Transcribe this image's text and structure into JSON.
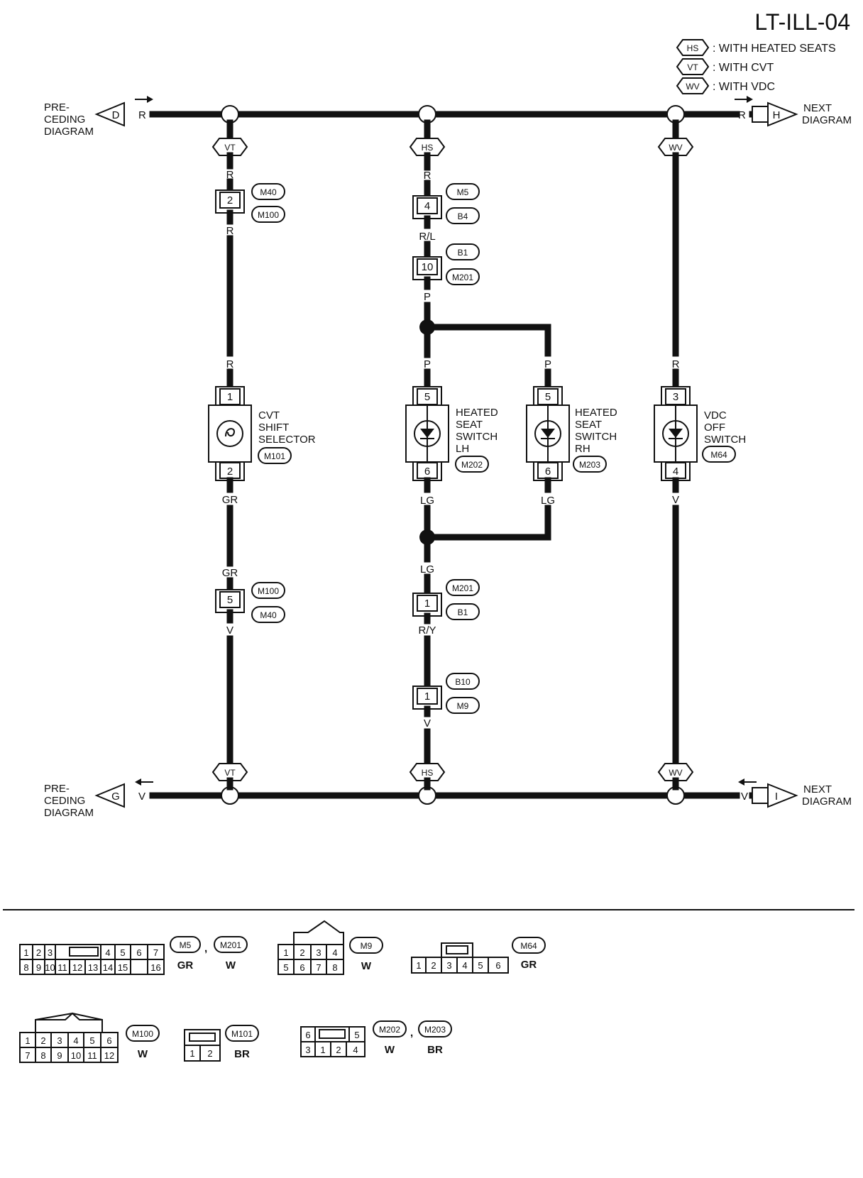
{
  "title": "LT-ILL-04",
  "legend": [
    {
      "code": "HS",
      "text": ": WITH HEATED SEATS"
    },
    {
      "code": "VT",
      "text": ": WITH CVT"
    },
    {
      "code": "WV",
      "text": ": WITH VDC"
    }
  ],
  "offpage": {
    "top_left": {
      "letter": "D",
      "lines": [
        "PRE-",
        "CEDING",
        "DIAGRAM"
      ],
      "wire": "R"
    },
    "top_right": {
      "letter": "H",
      "lines": [
        "NEXT",
        "DIAGRAM"
      ],
      "wire": "R"
    },
    "bottom_left": {
      "letter": "G",
      "lines": [
        "PRE-",
        "CEDING",
        "DIAGRAM"
      ],
      "wire": "V"
    },
    "bottom_right": {
      "letter": "I",
      "lines": [
        "NEXT",
        "DIAGRAM"
      ],
      "wire": "V"
    }
  },
  "branches": {
    "vt": {
      "code_top": "VT",
      "code_bottom": "VT",
      "c1_pin": "2",
      "c1_tag_a": "M40",
      "c1_tag_b": "M100",
      "w1": "R",
      "w2": "R",
      "w3": "R",
      "comp_pin_top": "1",
      "comp_pin_bottom": "2",
      "comp_lines": [
        "CVT",
        "SHIFT",
        "SELECTOR"
      ],
      "comp_tag": "M101",
      "w4": "GR",
      "w5": "GR",
      "c2_pin": "5",
      "c2_tag_a": "M100",
      "c2_tag_b": "M40",
      "w6": "V"
    },
    "hs": {
      "code_top": "HS",
      "code_bottom": "HS",
      "c1_pin": "4",
      "c1_tag_a": "M5",
      "c1_tag_b": "B4",
      "w1": "R",
      "w2": "R/L",
      "c2_pin": "10",
      "c2_tag_a": "B1",
      "c2_tag_b": "M201",
      "w3": "P",
      "w4": "P",
      "w4b": "P",
      "lh_pin_top": "5",
      "lh_pin_bottom": "6",
      "lh_lines": [
        "HEATED",
        "SEAT",
        "SWITCH",
        "LH"
      ],
      "lh_tag": "M202",
      "rh_pin_top": "5",
      "rh_pin_bottom": "6",
      "rh_lines": [
        "HEATED",
        "SEAT",
        "SWITCH",
        "RH"
      ],
      "rh_tag": "M203",
      "w5": "LG",
      "w5b": "LG",
      "w6": "LG",
      "c3_pin": "1",
      "c3_tag_a": "M201",
      "c3_tag_b": "B1",
      "w7": "R/Y",
      "c4_pin": "1",
      "c4_tag_a": "B10",
      "c4_tag_b": "M9",
      "w8": "V"
    },
    "wv": {
      "code_top": "WV",
      "code_bottom": "WV",
      "w1": "R",
      "comp_pin_top": "3",
      "comp_pin_bottom": "4",
      "comp_lines": [
        "VDC",
        "OFF",
        "SWITCH"
      ],
      "comp_tag": "M64",
      "w2": "V"
    }
  },
  "connectors": [
    {
      "tags": [
        "M5",
        "M201"
      ],
      "sep": ",",
      "colors": [
        "GR",
        "W"
      ],
      "rows": [
        [
          "1",
          "2",
          "3",
          "",
          "4",
          "5",
          "6",
          "7"
        ],
        [
          "8",
          "9",
          "10",
          "11",
          "12",
          "13",
          "14",
          "15",
          "16"
        ]
      ]
    },
    {
      "tags": [
        "M9"
      ],
      "colors": [
        "W"
      ],
      "rows": [
        [
          "1",
          "2",
          "3",
          "4"
        ],
        [
          "5",
          "6",
          "7",
          "8"
        ]
      ]
    },
    {
      "tags": [
        "M64"
      ],
      "colors": [
        "GR"
      ],
      "rows": [
        [
          "1",
          "2",
          "3",
          "4",
          "5",
          "6"
        ]
      ]
    },
    {
      "tags": [
        "M100"
      ],
      "colors": [
        "W"
      ],
      "rows": [
        [
          "1",
          "2",
          "3",
          "4",
          "5",
          "6"
        ],
        [
          "7",
          "8",
          "9",
          "10",
          "11",
          "12"
        ]
      ]
    },
    {
      "tags": [
        "M101"
      ],
      "colors": [
        "BR"
      ],
      "rows": [
        [
          "1",
          "2"
        ]
      ]
    },
    {
      "tags": [
        "M202",
        "M203"
      ],
      "sep": ",",
      "colors": [
        "W",
        "BR"
      ],
      "rows": [
        [
          "6",
          "",
          "5"
        ],
        [
          "3",
          "1",
          "2",
          "4"
        ]
      ]
    }
  ]
}
